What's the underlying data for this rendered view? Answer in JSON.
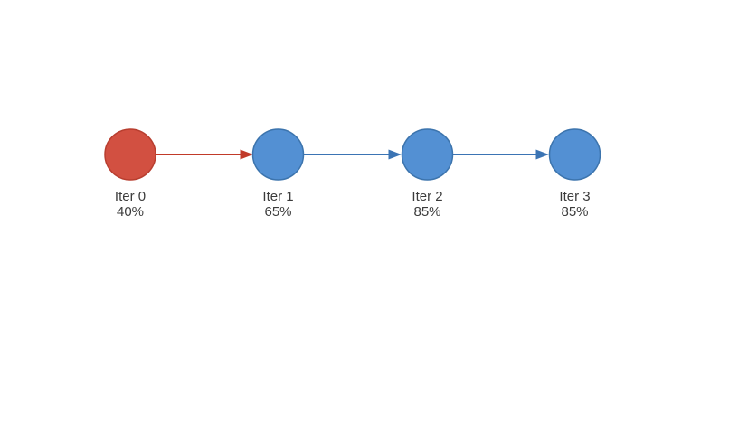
{
  "diagram": {
    "type": "flow",
    "background_color": "#ffffff",
    "text_color": "#3b3b3b",
    "nodes": [
      {
        "id": "iter-0",
        "label": "Iter 0",
        "value": "40%",
        "shape": "circle",
        "fill": "#d25041",
        "stroke": "#b83e2f"
      },
      {
        "id": "iter-1",
        "label": "Iter 1",
        "value": "65%",
        "shape": "circle",
        "fill": "#5390d3",
        "stroke": "#3c74ad"
      },
      {
        "id": "iter-2",
        "label": "Iter 2",
        "value": "85%",
        "shape": "circle",
        "fill": "#5390d3",
        "stroke": "#3c74ad"
      },
      {
        "id": "iter-3",
        "label": "Iter 3",
        "value": "85%",
        "shape": "circle",
        "fill": "#5390d3",
        "stroke": "#3c74ad"
      }
    ],
    "edges": [
      {
        "from": "iter-0",
        "to": "iter-1",
        "color": "#c13a29",
        "arrow": "triangle"
      },
      {
        "from": "iter-1",
        "to": "iter-2",
        "color": "#3b74b4",
        "arrow": "triangle"
      },
      {
        "from": "iter-2",
        "to": "iter-3",
        "color": "#3b74b4",
        "arrow": "triangle"
      }
    ]
  }
}
